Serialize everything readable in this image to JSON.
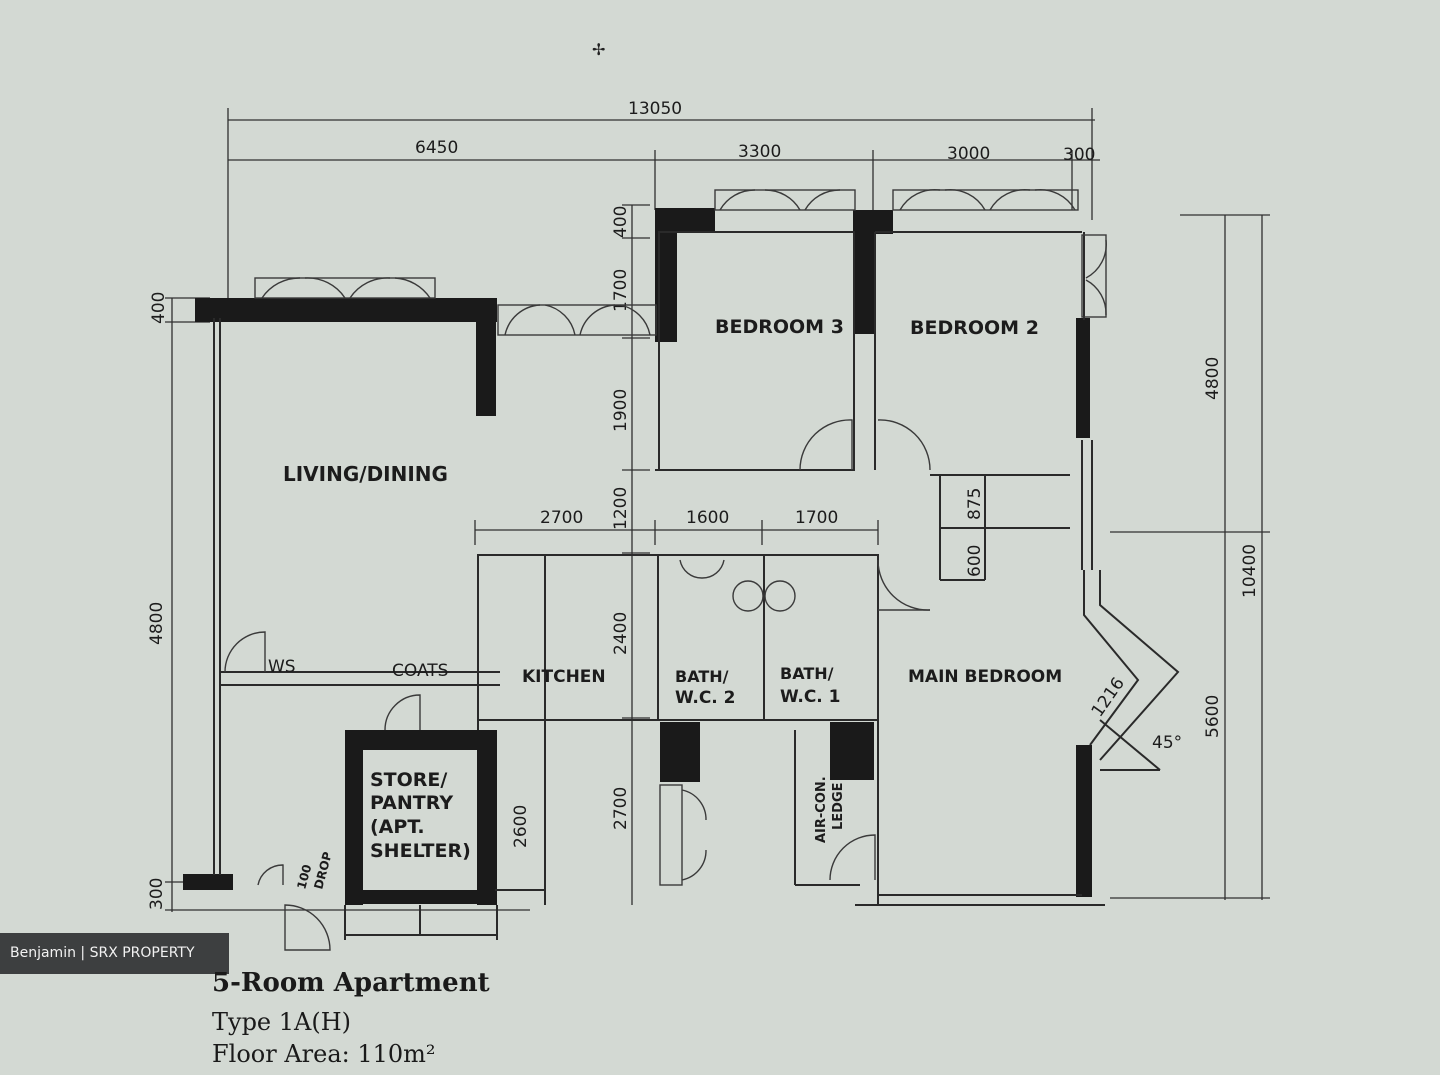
{
  "plan": {
    "rooms": {
      "living_dining": "LIVING/DINING",
      "bedroom3": "BEDROOM 3",
      "bedroom2": "BEDROOM 2",
      "kitchen": "KITCHEN",
      "bath2_line1": "BATH/",
      "bath2_line2": "W.C. 2",
      "bath1_line1": "BATH/",
      "bath1_line2": "W.C. 1",
      "master_line1": "MAIN BEDROOM",
      "store_line1": "STORE/",
      "store_line2": "PANTRY",
      "store_line3": "(APT.",
      "store_line4": "SHELTER)",
      "aircon_line1": "AIR-CON.",
      "aircon_line2": "LEDGE",
      "ref_line1": "100",
      "ref_line2": "DROP"
    },
    "dimensions": {
      "overall_width": "13050",
      "living_width": "6450",
      "bedroom3_width": "3300",
      "bedroom2_width": "3000",
      "end_width": "300",
      "kitchen_width": "2700",
      "bath2_width": "1600",
      "bath1_width": "1700",
      "left_top": "400",
      "left_height": "4800",
      "left_bottom": "300",
      "mid_400": "400",
      "mid_1700": "1700",
      "mid_1900": "1900",
      "mid_1200": "1200",
      "mid_2400": "2400",
      "mid_2700": "2700",
      "store_2600": "2600",
      "right_4800": "4800",
      "right_5600": "5600",
      "right_10400": "10400",
      "small_875": "875",
      "small_600": "600",
      "diag_1216": "1216",
      "angle": "45°",
      "ws_label": "WS",
      "coats_label": "COATS"
    }
  },
  "watermark": "Benjamin | SRX PROPERTY",
  "caption": {
    "title": "5-Room Apartment",
    "type": "Type 1A(H)",
    "area": "Floor Area: 110m²"
  }
}
